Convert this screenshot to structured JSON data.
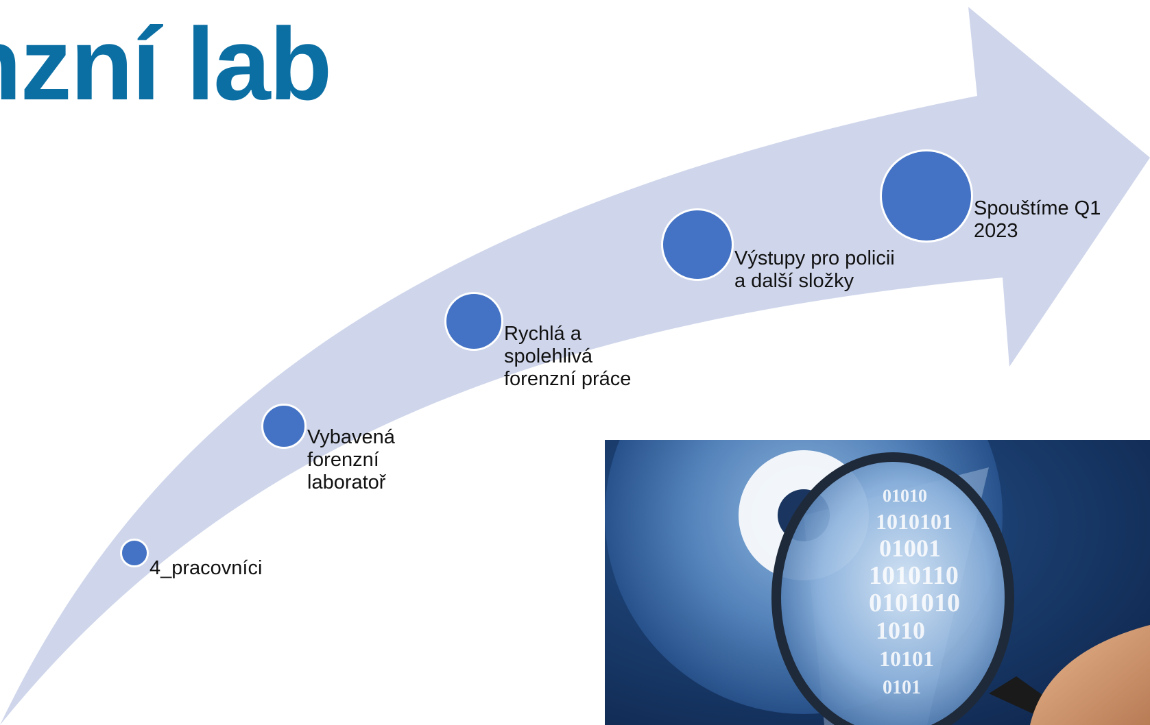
{
  "title": "nzní lab",
  "colors": {
    "title": "#0b6fa4",
    "arrow": "#cfd6eb",
    "milestone": "#4472c4"
  },
  "milestones": [
    {
      "label": "4_pracovníci"
    },
    {
      "label": "Vybavená\nforenzní\nlaboratoř"
    },
    {
      "label": "Rychlá a\nspolehlivá\nforenzní práce"
    },
    {
      "label": "Výstupy pro policii\na další složky"
    },
    {
      "label": "Spouštíme Q1\n2023"
    }
  ],
  "photo": {
    "binary_text": [
      "01010",
      "1010101",
      "01001",
      "1010110",
      "0101010",
      "1010",
      "10101",
      "0101"
    ],
    "icon": "magnifying-glass-over-disc"
  }
}
